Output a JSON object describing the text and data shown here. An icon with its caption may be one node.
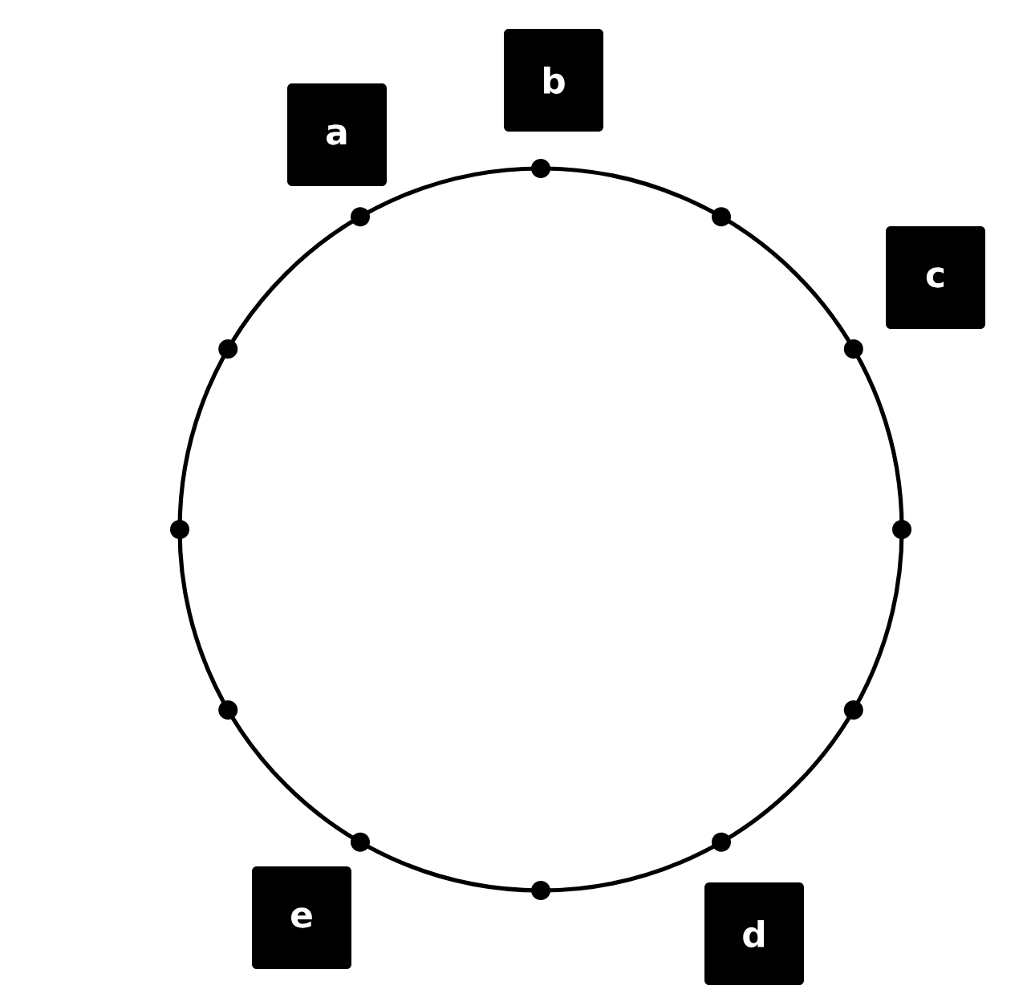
{
  "diagram": {
    "nodes": [
      {
        "text": [
          "a"
        ]
      },
      {
        "text": [
          "b"
        ]
      },
      {
        "text": [
          "c"
        ]
      },
      {
        "text": [
          "d"
        ]
      },
      {
        "text": [
          "e"
        ]
      }
    ]
  }
}
